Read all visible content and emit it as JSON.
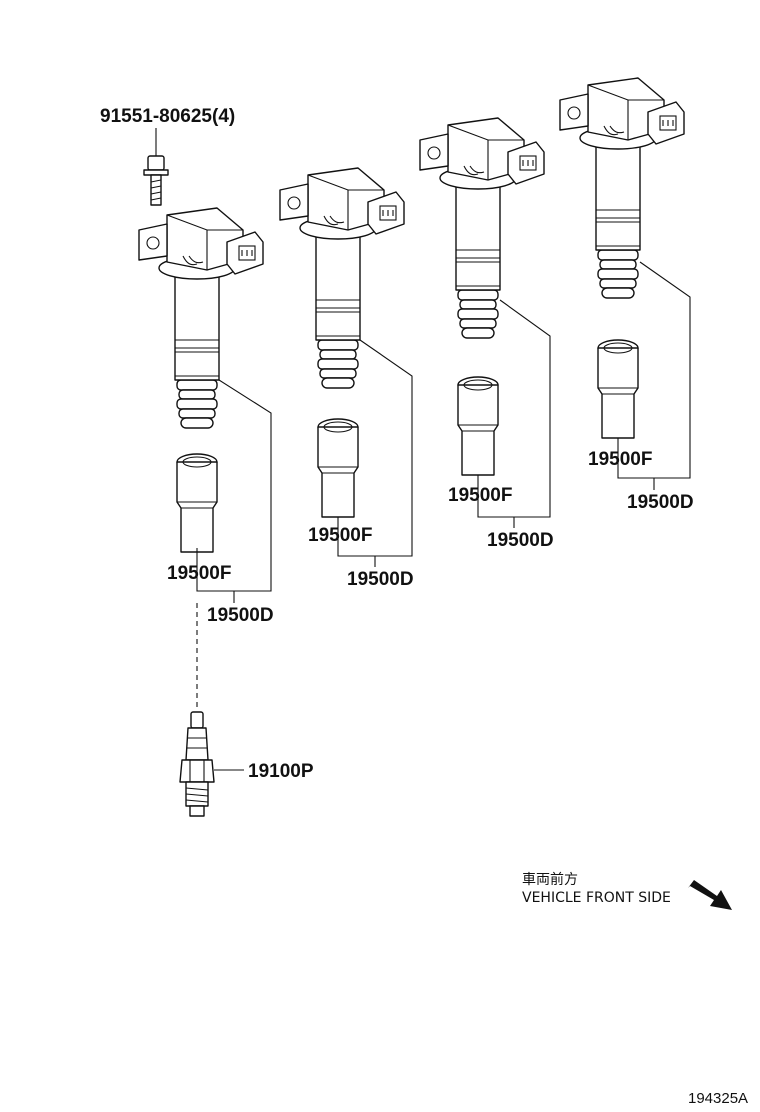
{
  "labels": {
    "bolt": "91551-80625(4)",
    "boot_1": "19500F",
    "assy_1": "19500D",
    "boot_2": "19500F",
    "assy_2": "19500D",
    "boot_3": "19500F",
    "assy_3": "19500D",
    "boot_4": "19500F",
    "assy_4": "19500D",
    "spark_plug": "19100P"
  },
  "direction": {
    "japanese": "車両前方",
    "english": "VEHICLE FRONT SIDE"
  },
  "reference_code": "194325A"
}
